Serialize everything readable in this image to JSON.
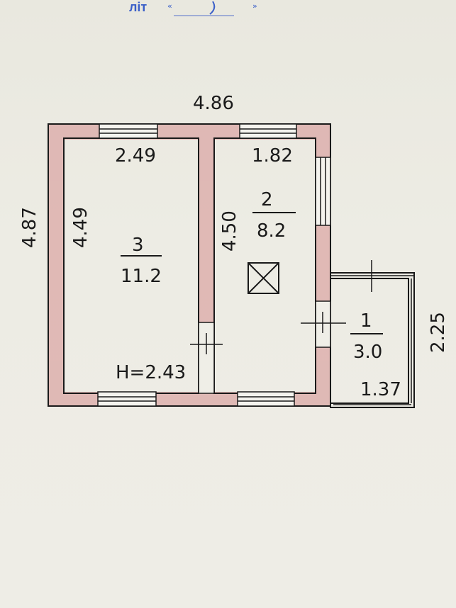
{
  "stamp": {
    "text": "літ"
  },
  "plan": {
    "overall_width": "4.86",
    "overall_height": "4.87",
    "ceiling_height": "H=2.43",
    "rooms": [
      {
        "number": "3",
        "area": "11.2",
        "width": "2.49",
        "length": "4.49"
      },
      {
        "number": "2",
        "area": "8.2",
        "width": "1.82",
        "length": "4.50"
      },
      {
        "number": "1",
        "area": "3.0",
        "width": "1.37",
        "length": "2.25"
      }
    ]
  },
  "colors": {
    "wall_hatch": "#d9888a",
    "line": "#1a1a1a",
    "stamp": "#3a5fc8"
  }
}
